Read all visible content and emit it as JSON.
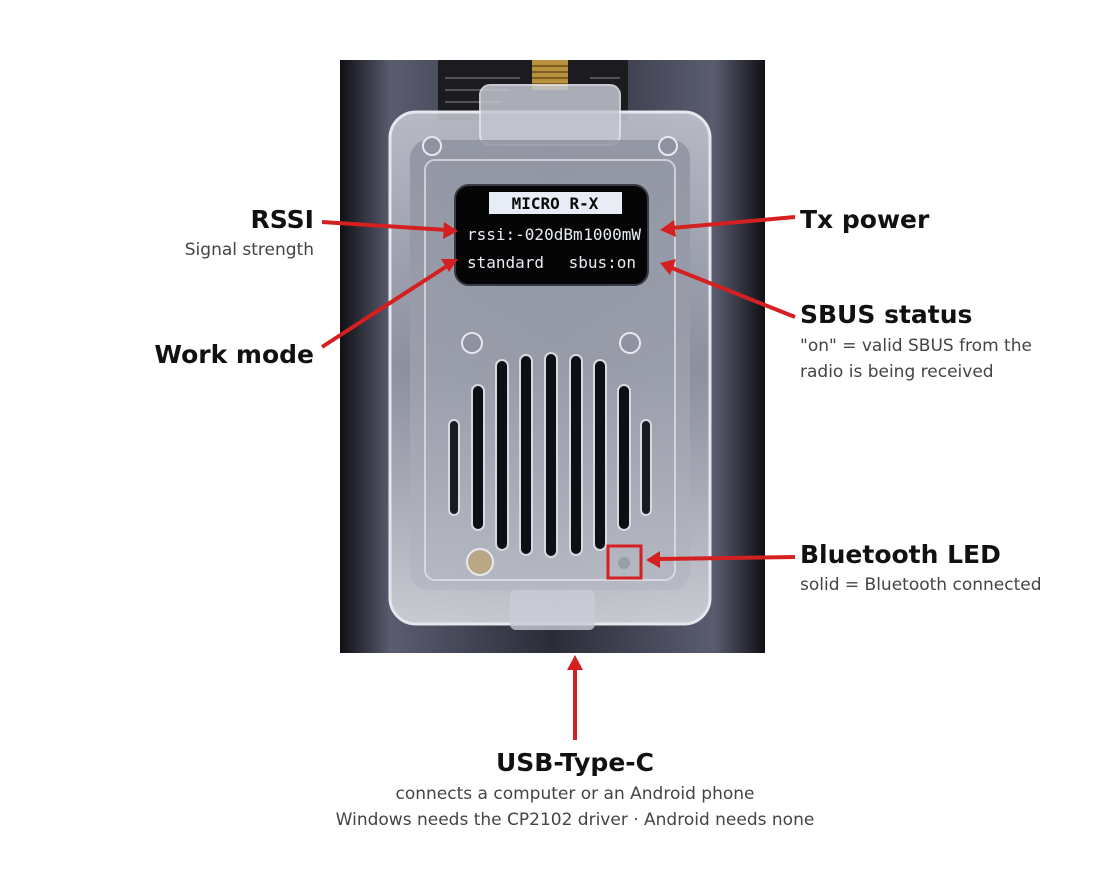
{
  "device": {
    "photo": "transmitter module with OLED display",
    "oled": {
      "header": "MICRO R-X",
      "rssi_reading": "rssi:-020dBm",
      "power_reading": "1000mW",
      "mode_reading": "standard",
      "sbus_reading": "sbus:on"
    }
  },
  "callouts": {
    "rssi": {
      "title": "RSSI",
      "desc": "Signal strength"
    },
    "work_mode": {
      "title": "Work mode"
    },
    "tx_power": {
      "title": "Tx power"
    },
    "sbus": {
      "title": "SBUS status",
      "desc_line1": "\"on\" = valid SBUS from the",
      "desc_line2": "radio is being received"
    },
    "bt_led": {
      "title": "Bluetooth LED",
      "desc": "solid = Bluetooth connected"
    },
    "usb": {
      "title": "USB-Type-C",
      "desc_line1": "connects a computer or an Android phone",
      "desc_line2": "Windows needs the CP2102 driver · Android needs none"
    }
  },
  "colors": {
    "arrow": "#d42020",
    "title": "#111111",
    "desc": "#444444"
  }
}
